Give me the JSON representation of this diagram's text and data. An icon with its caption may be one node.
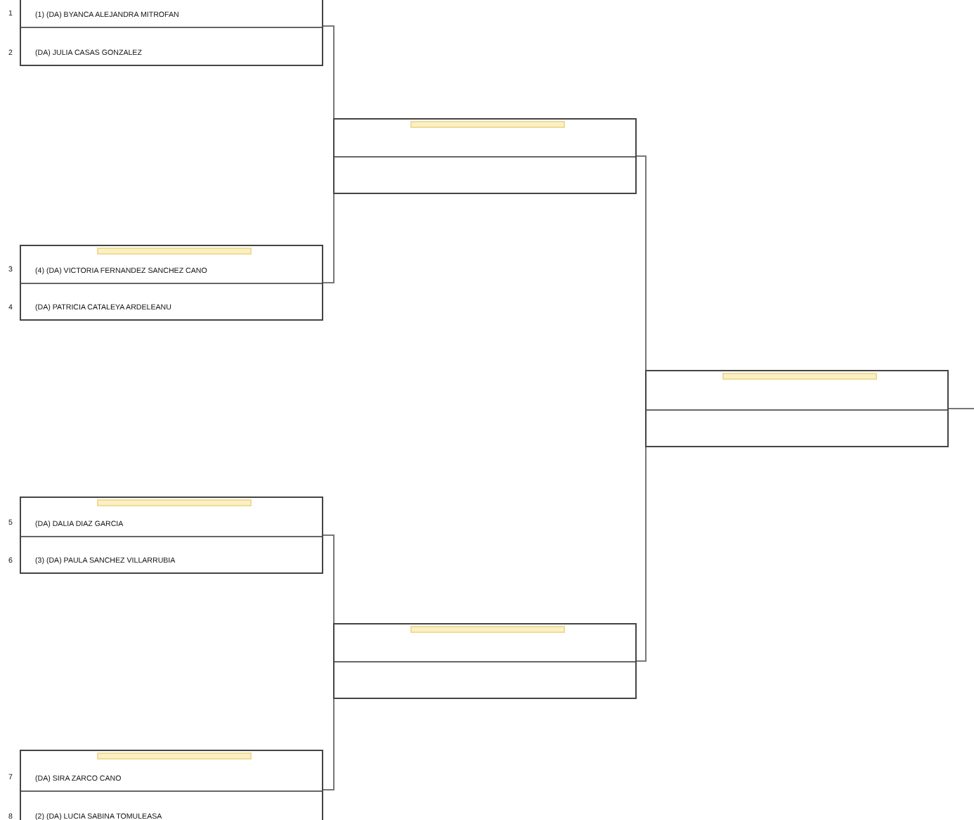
{
  "diagram": {
    "nodes": [
      {
        "text": [
          "(1) (DA) BYANCA ALEJANDRA MITROFAN",
          "(DA) JULIA CASAS GONZALEZ"
        ],
        "beside": [
          "1",
          "2"
        ]
      },
      {
        "text": [
          "(4) (DA) VICTORIA FERNANDEZ SANCHEZ CANO",
          "(DA) PATRICIA CATALEYA ARDELEANU"
        ],
        "beside": [
          "3",
          "4"
        ]
      },
      {
        "text": [
          "(DA) DALIA DIAZ GARCIA",
          "(3) (DA) PAULA SANCHEZ VILLARRUBIA"
        ],
        "beside": [
          "5",
          "6"
        ]
      },
      {
        "text": [
          "(DA) SIRA ZARCO CANO",
          "(2) (DA) LUCIA SABINA TOMULEASA"
        ],
        "beside": [
          "7",
          "8"
        ]
      },
      {
        "text": [],
        "shape": "box"
      },
      {
        "text": [],
        "shape": "box"
      },
      {
        "text": [],
        "shape": "box"
      }
    ],
    "edges": [
      {
        "from": 0,
        "to": 4,
        "arrow": "none"
      },
      {
        "from": 1,
        "to": 4,
        "arrow": "none"
      },
      {
        "from": 2,
        "to": 5,
        "arrow": "none"
      },
      {
        "from": 3,
        "to": 5,
        "arrow": "none"
      },
      {
        "from": 4,
        "to": 6,
        "arrow": "none"
      },
      {
        "from": 5,
        "to": 6,
        "arrow": "none"
      },
      {
        "from": 6,
        "to": null,
        "arrow": "none"
      }
    ]
  }
}
